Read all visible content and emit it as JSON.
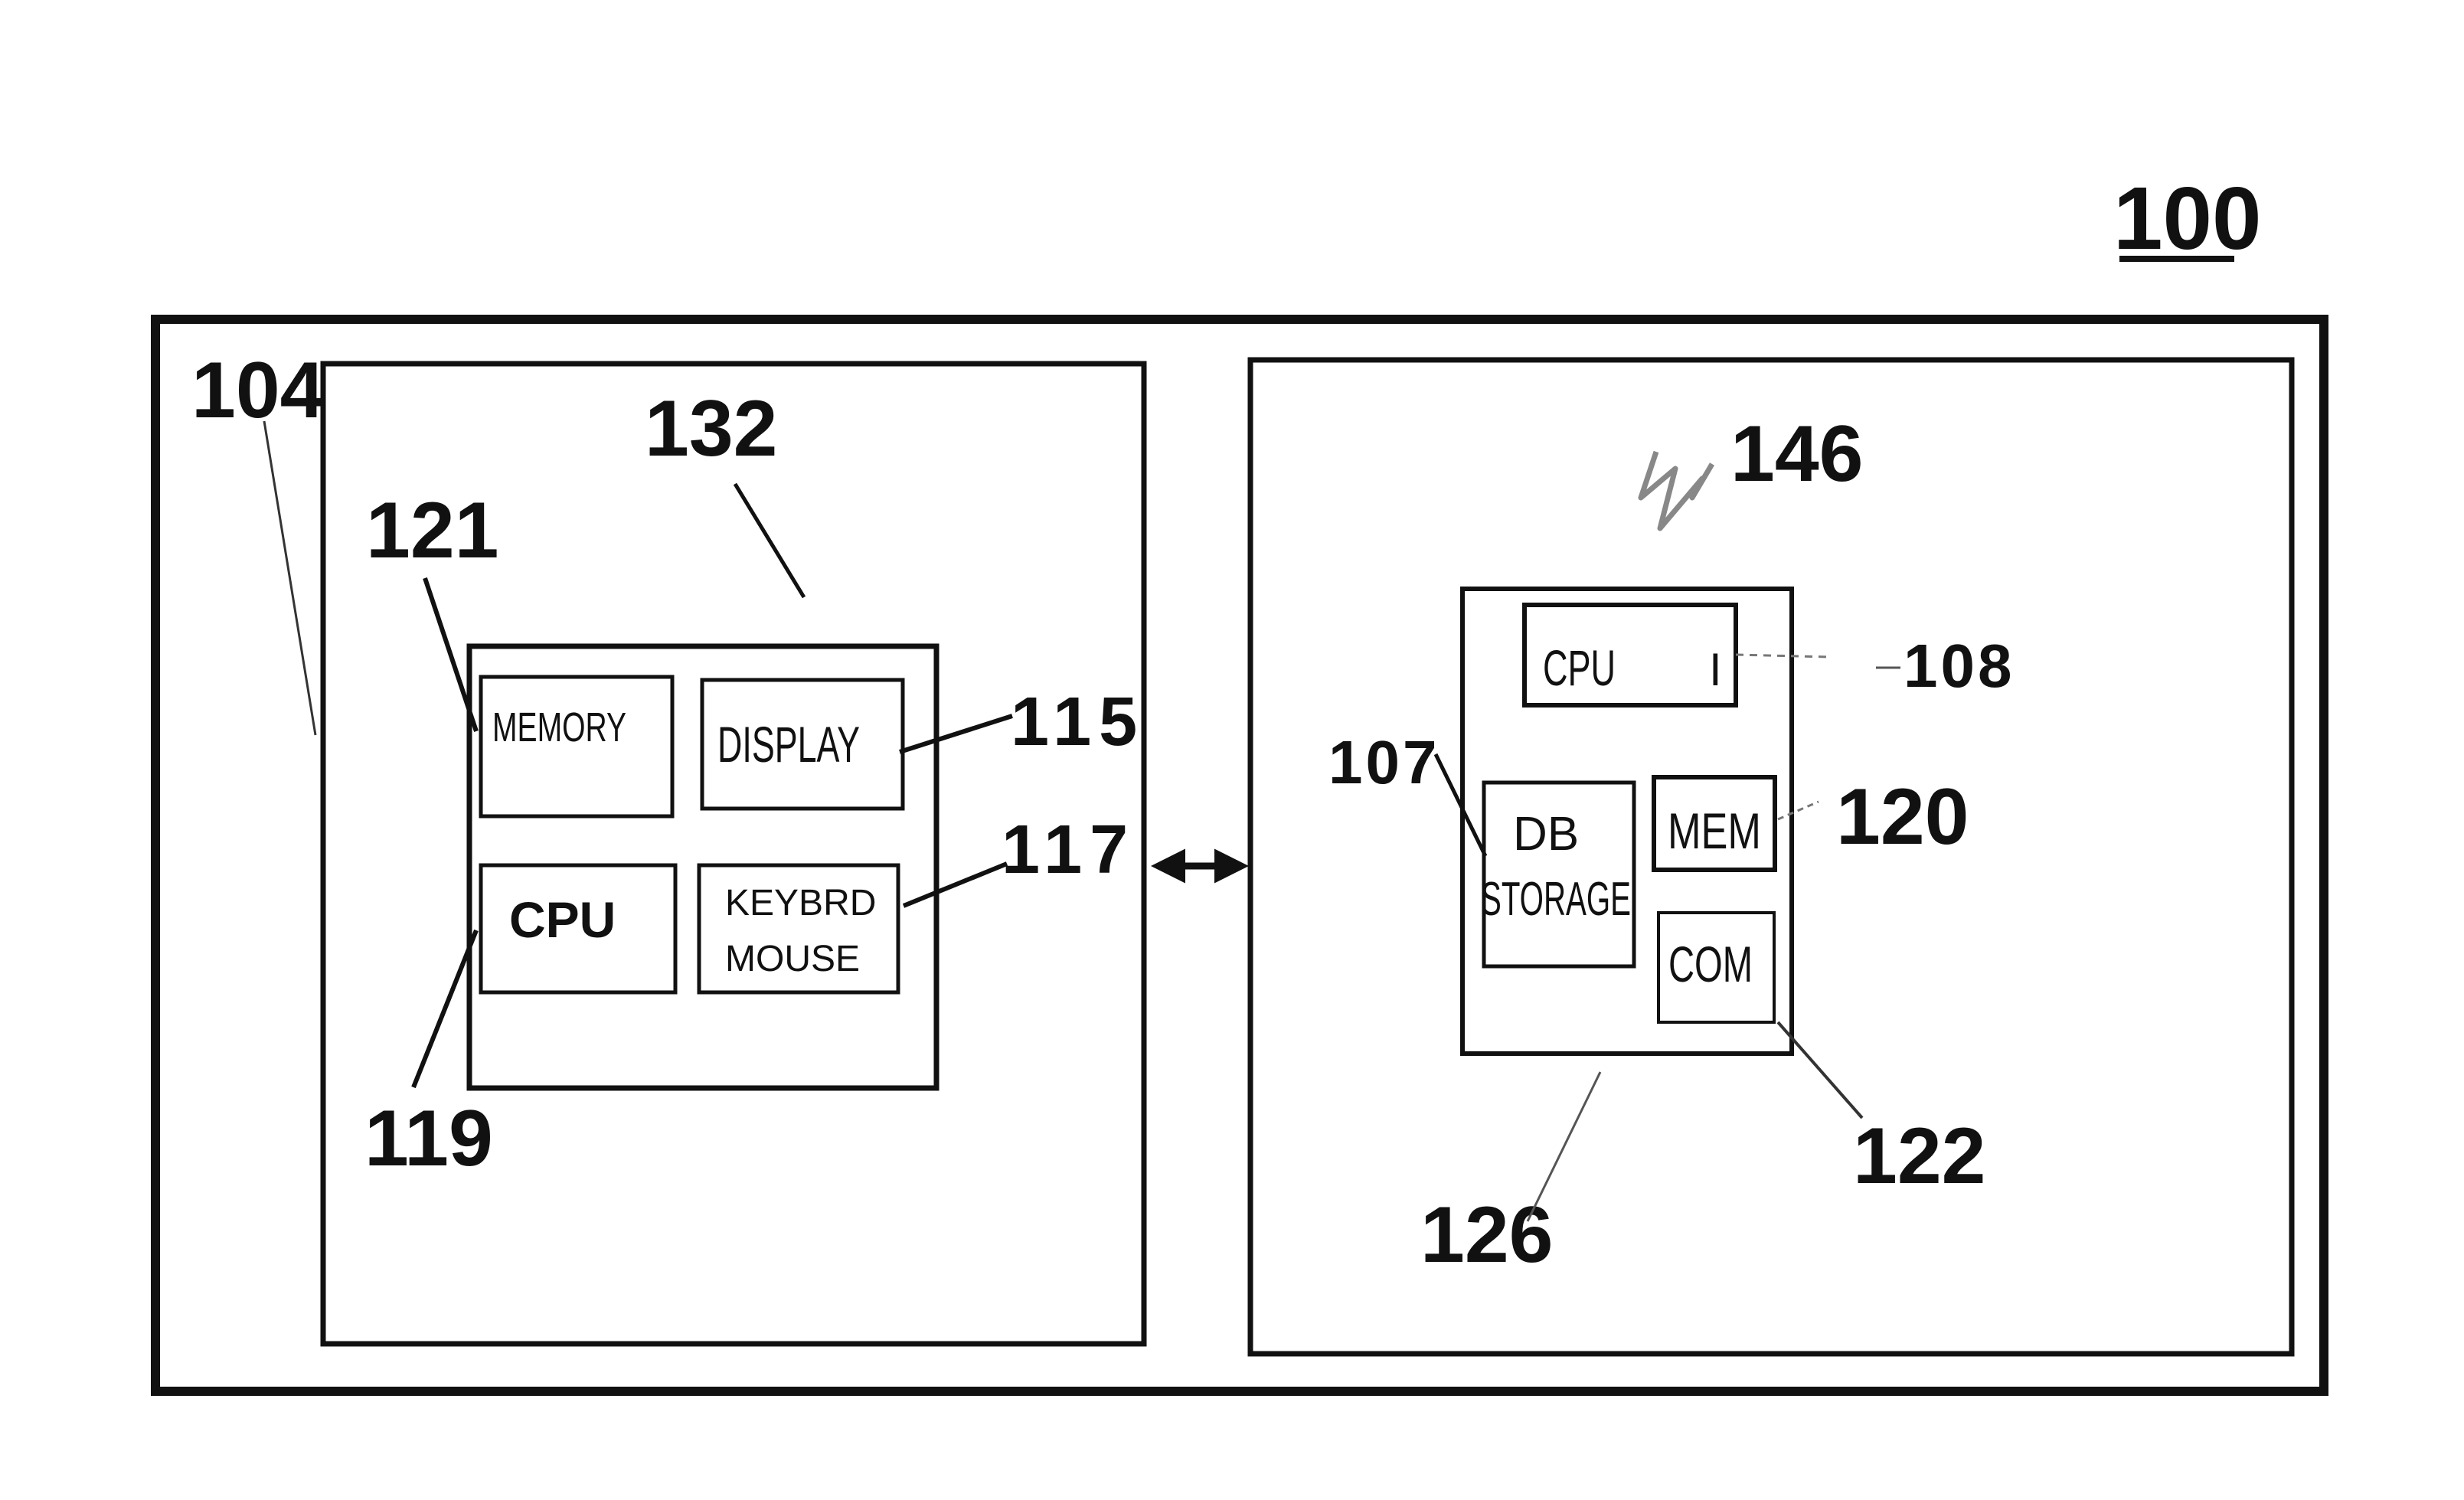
{
  "figure": {
    "number": "100"
  },
  "labels": {
    "outer_system": "104",
    "client_device": "132",
    "client_memory_ref": "121",
    "client_cpu_ref": "119",
    "display_ref": "115",
    "input_ref": "117",
    "server_network_ref": "146",
    "server_cpu_ref": "108",
    "db_storage_ref": "107",
    "server_mem_ref": "120",
    "com_ref": "122",
    "server_ref": "126"
  },
  "client_boxes": {
    "memory": "MEMORY",
    "display": "DISPLAY",
    "cpu": "CPU",
    "input_line1": "KEYBRD",
    "input_line2": "MOUSE"
  },
  "server_boxes": {
    "cpu": "CPU",
    "cpu_marker": "I",
    "db_line1": "DB",
    "db_line2": "STORAGE",
    "mem": "MEM",
    "com": "COM"
  },
  "connector": {
    "type": "bidirectional-arrow"
  },
  "colors": {
    "ink": "#111111",
    "background": "#ffffff",
    "faint_leader": "#555555"
  }
}
